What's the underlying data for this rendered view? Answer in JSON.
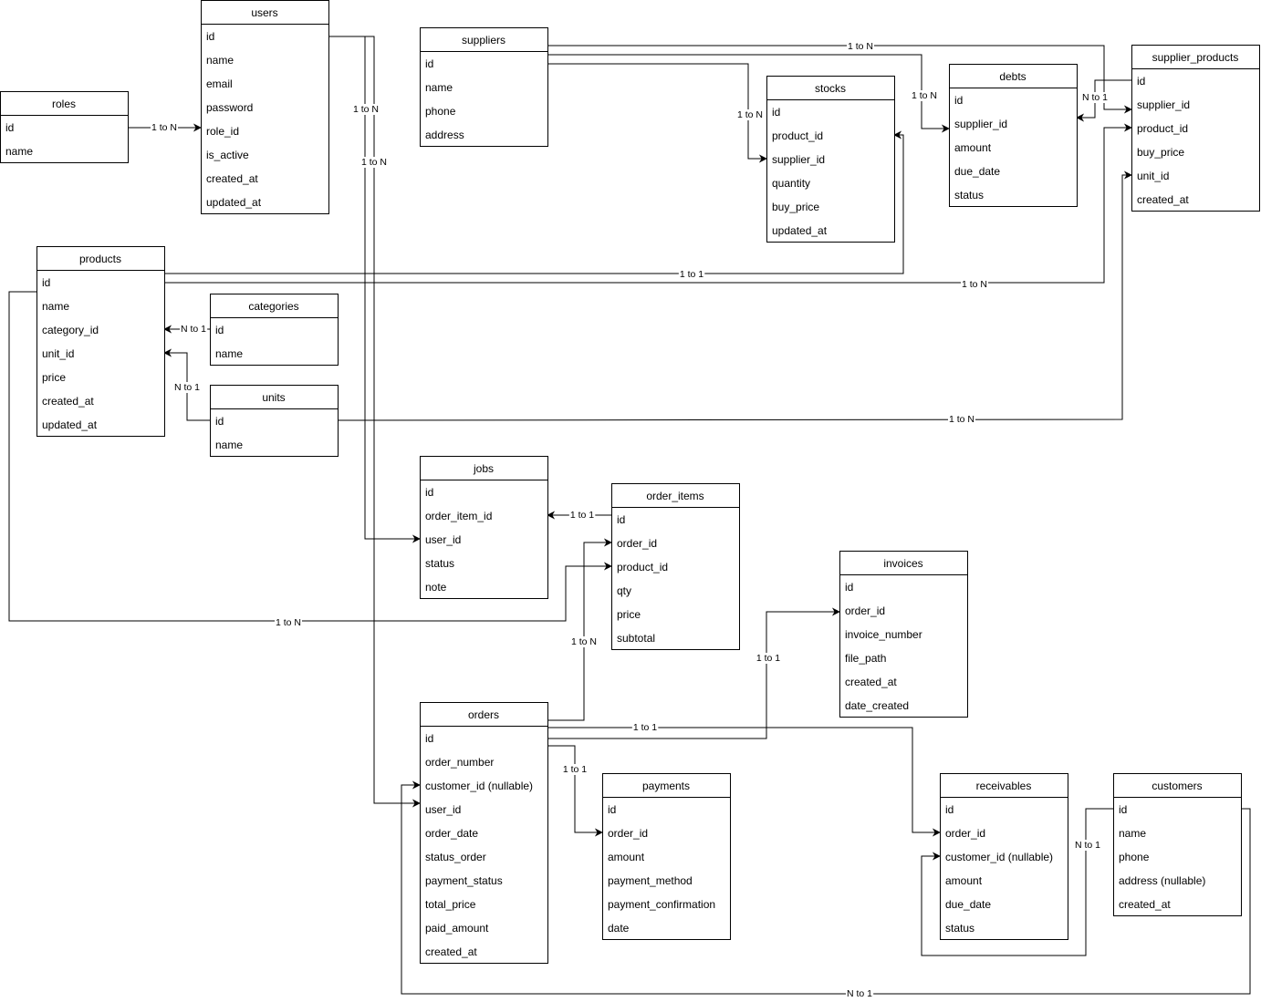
{
  "tables": [
    {
      "key": "users",
      "title": "users",
      "fields": [
        "id",
        "name",
        "email",
        "password",
        "role_id",
        "is_active",
        "created_at",
        "updated_at"
      ]
    },
    {
      "key": "roles",
      "title": "roles",
      "fields": [
        "id",
        "name"
      ]
    },
    {
      "key": "suppliers",
      "title": "suppliers",
      "fields": [
        "id",
        "name",
        "phone",
        "address"
      ]
    },
    {
      "key": "stocks",
      "title": "stocks",
      "fields": [
        "id",
        "product_id",
        "supplier_id",
        "quantity",
        "buy_price",
        "updated_at"
      ]
    },
    {
      "key": "debts",
      "title": "debts",
      "fields": [
        "id",
        "supplier_id",
        "amount",
        "due_date",
        "status"
      ]
    },
    {
      "key": "supplier_products",
      "title": "supplier_products",
      "fields": [
        "id",
        "supplier_id",
        "product_id",
        "buy_price",
        "unit_id",
        "created_at"
      ]
    },
    {
      "key": "products",
      "title": "products",
      "fields": [
        "id",
        "name",
        "category_id",
        "unit_id",
        "price",
        "created_at",
        "updated_at"
      ]
    },
    {
      "key": "categories",
      "title": "categories",
      "fields": [
        "id",
        "name"
      ]
    },
    {
      "key": "units",
      "title": "units",
      "fields": [
        "id",
        "name"
      ]
    },
    {
      "key": "jobs",
      "title": "jobs",
      "fields": [
        "id",
        "order_item_id",
        "user_id",
        "status",
        "note"
      ]
    },
    {
      "key": "order_items",
      "title": "order_items",
      "fields": [
        "id",
        "order_id",
        "product_id",
        "qty",
        "price",
        "subtotal"
      ]
    },
    {
      "key": "invoices",
      "title": "invoices",
      "fields": [
        "id",
        "order_id",
        "invoice_number",
        "file_path",
        "created_at",
        "date_created"
      ]
    },
    {
      "key": "orders",
      "title": "orders",
      "fields": [
        "id",
        "order_number",
        "customer_id (nullable)",
        "user_id",
        "order_date",
        "status_order",
        "payment_status",
        "total_price",
        "paid_amount",
        "created_at"
      ]
    },
    {
      "key": "payments",
      "title": "payments",
      "fields": [
        "id",
        "order_id",
        "amount",
        "payment_method",
        "payment_confirmation",
        "date"
      ]
    },
    {
      "key": "receivables",
      "title": "receivables",
      "fields": [
        "id",
        "order_id",
        "customer_id (nullable)",
        "amount",
        "due_date",
        "status"
      ]
    },
    {
      "key": "customers",
      "title": "customers",
      "fields": [
        "id",
        "name",
        "phone",
        "address (nullable)",
        "created_at"
      ]
    }
  ],
  "relations": [
    {
      "key": "roles-users",
      "label": "1 to N"
    },
    {
      "key": "users-jobs",
      "label": "1 to N"
    },
    {
      "key": "users-orders",
      "label": "1 to N"
    },
    {
      "key": "suppliers-supplier_products",
      "label": "1 to N"
    },
    {
      "key": "suppliers-debts",
      "label": "1 to N"
    },
    {
      "key": "suppliers-stocks",
      "label": "1 to N"
    },
    {
      "key": "debts-supplier_products",
      "label": "N to 1"
    },
    {
      "key": "products-stocks",
      "label": "1 to 1"
    },
    {
      "key": "products-supplier_products",
      "label": "1 to N"
    },
    {
      "key": "categories-products",
      "label": "N to 1"
    },
    {
      "key": "units-products",
      "label": "N to 1"
    },
    {
      "key": "units-supplier_products",
      "label": "1 to N"
    },
    {
      "key": "order_items-jobs",
      "label": "1 to 1"
    },
    {
      "key": "products-order_items",
      "label": "1 to N"
    },
    {
      "key": "orders-order_items",
      "label": "1 to N"
    },
    {
      "key": "orders-invoices",
      "label": "1 to 1"
    },
    {
      "key": "orders-receivables",
      "label": "1 to 1"
    },
    {
      "key": "orders-payments",
      "label": "1 to 1"
    },
    {
      "key": "customers-receivables",
      "label": "N to 1"
    },
    {
      "key": "customers-orders",
      "label": "N to 1"
    }
  ]
}
